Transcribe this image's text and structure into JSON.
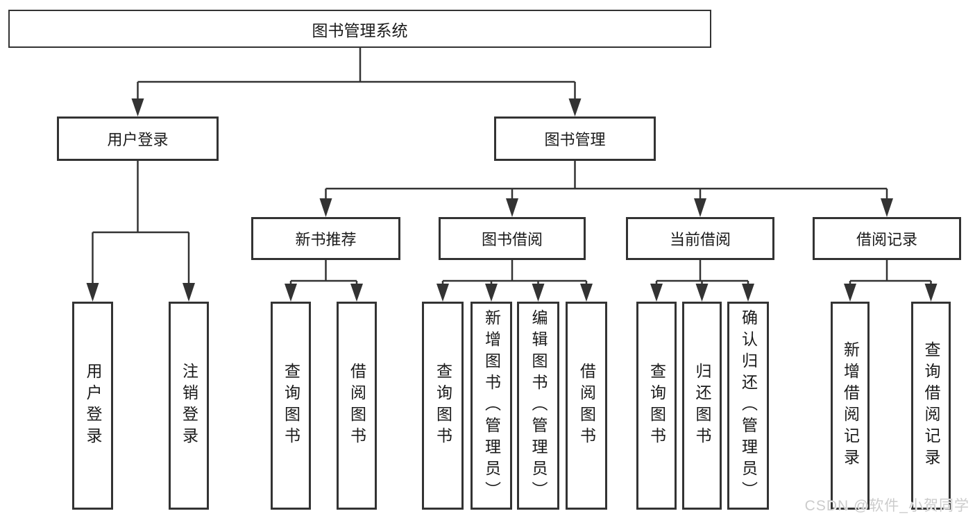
{
  "watermark": "CSDN @软件_小贺同学",
  "colors": {
    "line": "#333333",
    "border": "#333333",
    "text": "#1a1a1a",
    "background": "#ffffff",
    "watermark": "#cccccc"
  },
  "tree": {
    "root": {
      "label": "图书管理系统"
    },
    "branches": [
      {
        "label": "用户登录",
        "children": [
          {
            "label": "用户登录"
          },
          {
            "label": "注销登录"
          }
        ]
      },
      {
        "label": "图书管理",
        "children": [
          {
            "label": "新书推荐",
            "children": [
              {
                "label": "查询图书"
              },
              {
                "label": "借阅图书"
              }
            ]
          },
          {
            "label": "图书借阅",
            "children": [
              {
                "label": "查询图书"
              },
              {
                "label": "新增图书（管理员）"
              },
              {
                "label": "编辑图书（管理员）"
              },
              {
                "label": "借阅图书"
              }
            ]
          },
          {
            "label": "当前借阅",
            "children": [
              {
                "label": "查询图书"
              },
              {
                "label": "归还图书"
              },
              {
                "label": "确认归还（管理员）"
              }
            ]
          },
          {
            "label": "借阅记录",
            "children": [
              {
                "label": "新增借阅记录"
              },
              {
                "label": "查询借阅记录"
              }
            ]
          }
        ]
      }
    ]
  }
}
